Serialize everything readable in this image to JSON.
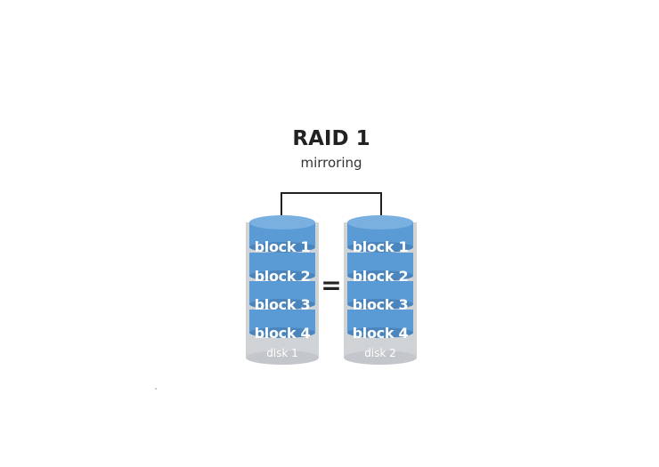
{
  "title": "RAID 1",
  "subtitle": "mirroring",
  "equals_sign": "=",
  "colors": {
    "block": "#5b9bd5",
    "block_side": "#4a86bd",
    "block_top": "#7ab0e0",
    "disk_body": "#d0d3d6",
    "disk_shadow": "#b8bbbf",
    "connector": "#222222"
  },
  "disks": [
    {
      "label": "disk 1",
      "blocks": [
        "block 1",
        "block 2",
        "block 3",
        "block 4"
      ]
    },
    {
      "label": "disk 2",
      "blocks": [
        "block 1",
        "block 2",
        "block 3",
        "block 4"
      ]
    }
  ]
}
